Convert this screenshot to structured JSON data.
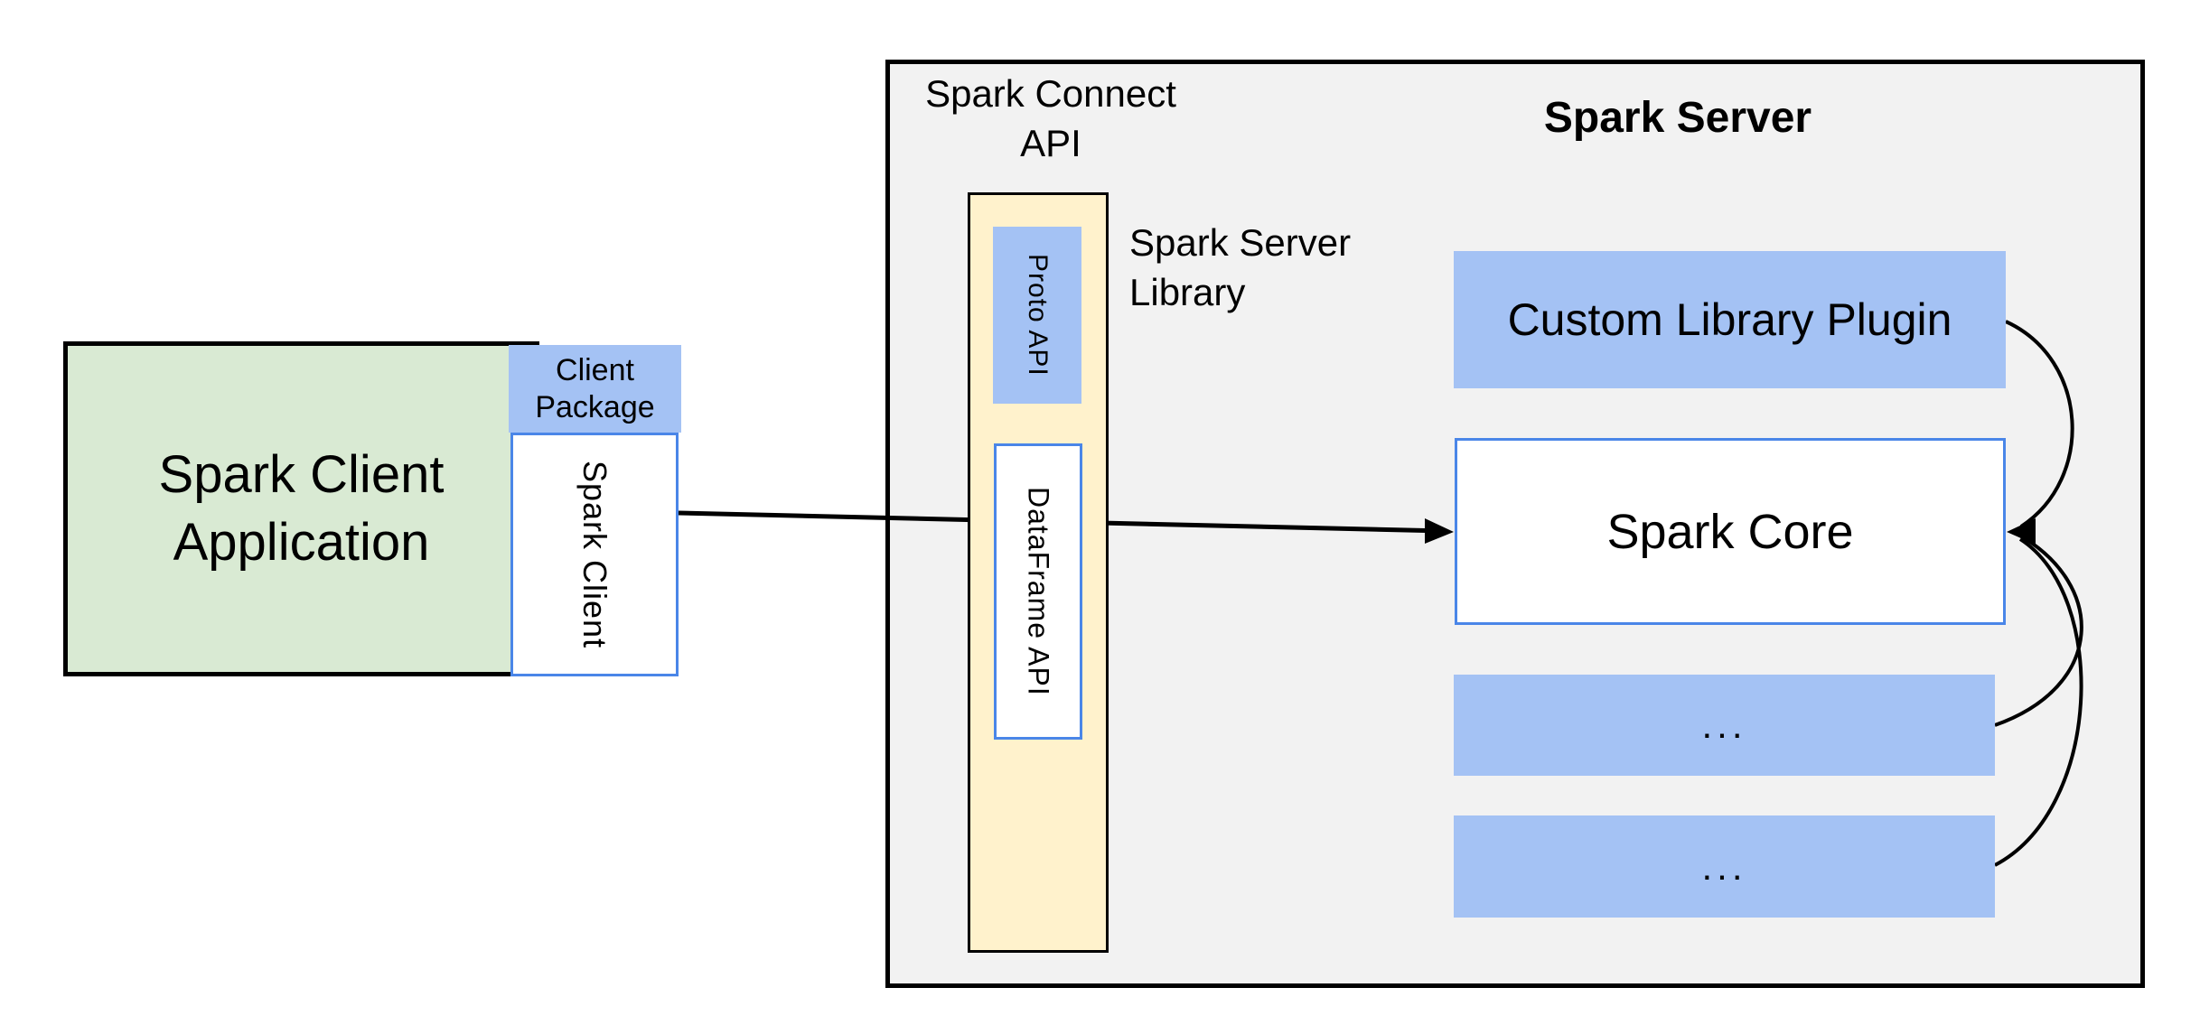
{
  "colors": {
    "page_bg": "#ffffff",
    "panel_gray": "#f2f2f2",
    "box_blue": "#a4c2f4",
    "box_green": "#d9ead3",
    "box_yellow": "#fff2cc",
    "border_blue": "#4a86e8",
    "border_black": "#000000"
  },
  "client": {
    "application_label": "Spark Client\nApplication",
    "package_label": "Client\nPackage",
    "spark_client_label": "Spark Client"
  },
  "spark_connect": {
    "api_label": "Spark Connect\nAPI",
    "proto_api_label": "Proto API",
    "dataframe_api_label": "DataFrame API",
    "server_library_label": "Spark Server\nLibrary"
  },
  "spark_server": {
    "title": "Spark Server",
    "custom_plugin_label": "Custom Library Plugin",
    "core_label": "Spark Core",
    "module_placeholder_1": "...",
    "module_placeholder_2": "..."
  }
}
